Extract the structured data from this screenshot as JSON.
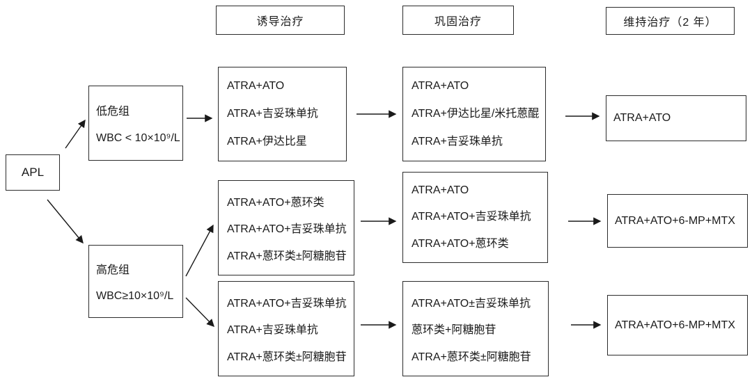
{
  "headers": {
    "induction": "诱导治疗",
    "consolidation": "巩固治疗",
    "maintenance": "维持治疗（2 年）"
  },
  "apl_label": "APL",
  "risk_groups": {
    "low": {
      "name": "低危组",
      "criteria": "WBC < 10×10⁹/L"
    },
    "high": {
      "name": "高危组",
      "criteria": "WBC≥10×10⁹/L"
    }
  },
  "induction": {
    "low": [
      "ATRA+ATO",
      "ATRA+吉妥珠单抗",
      "ATRA+伊达比星"
    ],
    "high_option1": [
      "ATRA+ATO+蒽环类",
      "ATRA+ATO+吉妥珠单抗",
      "ATRA+蒽环类±阿糖胞苷"
    ],
    "high_option2": [
      "ATRA+ATO+吉妥珠单抗",
      "ATRA+吉妥珠单抗",
      "ATRA+蒽环类±阿糖胞苷"
    ]
  },
  "consolidation": {
    "low": [
      "ATRA+ATO",
      "ATRA+伊达比星/米托蒽醌",
      "ATRA+吉妥珠单抗"
    ],
    "high_option1": [
      "ATRA+ATO",
      "ATRA+ATO+吉妥珠单抗",
      "ATRA+ATO+蒽环类"
    ],
    "high_option2": [
      "ATRA+ATO±吉妥珠单抗",
      "蒽环类+阿糖胞苷",
      "ATRA+蒽环类±阿糖胞苷"
    ]
  },
  "maintenance": {
    "low": [
      "ATRA+ATO"
    ],
    "high_option1": [
      "ATRA+ATO+6-MP+MTX"
    ],
    "high_option2": [
      "ATRA+ATO+6-MP+MTX"
    ]
  },
  "colors": {
    "border": "#2b2b2b",
    "background": "#ffffff",
    "text": "#1a1a1a"
  }
}
